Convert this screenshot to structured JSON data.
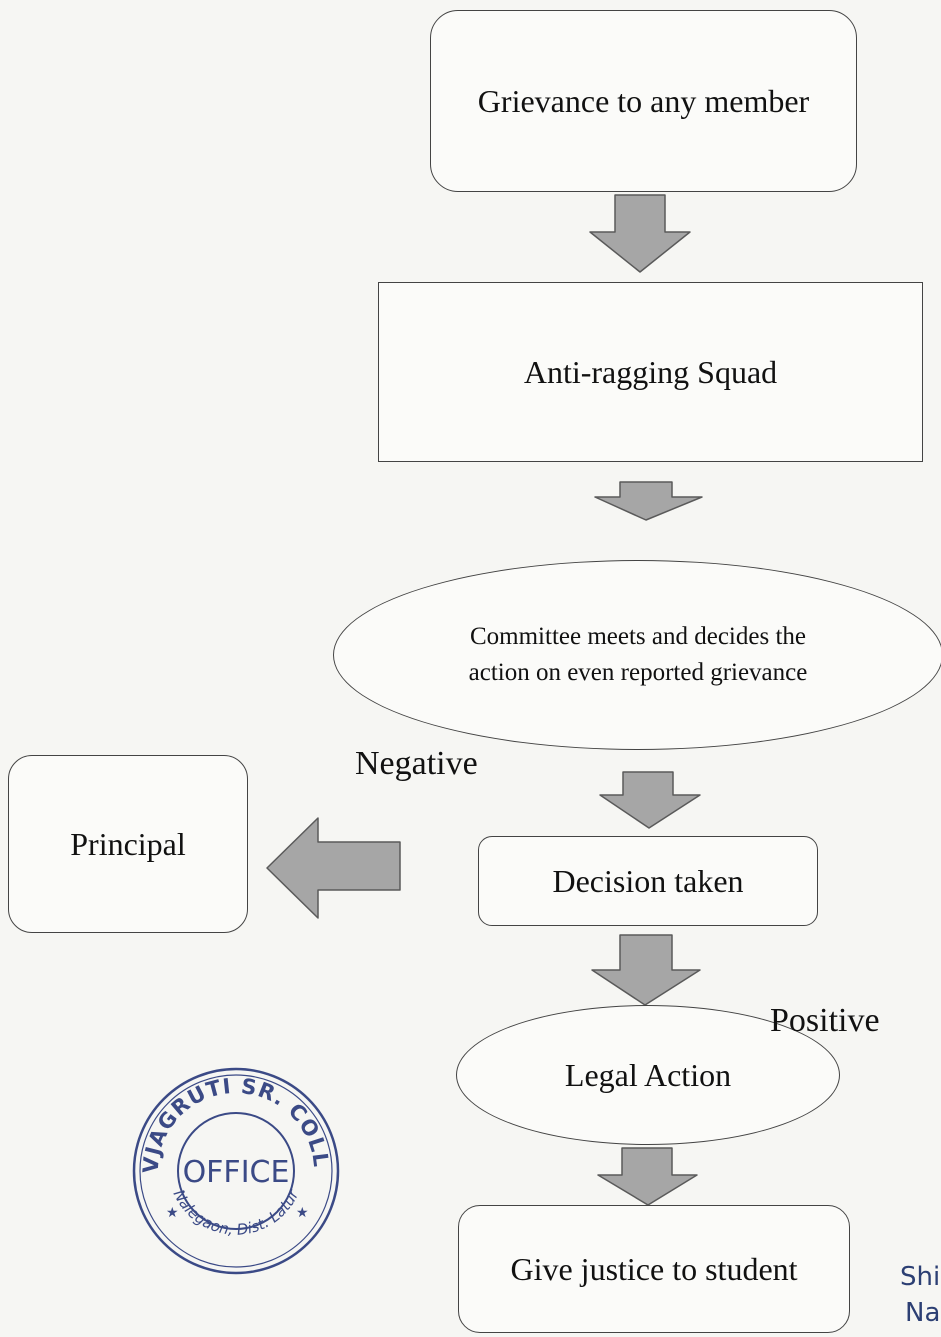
{
  "nodes": {
    "grievance": "Grievance to any member",
    "squad": "Anti-ragging Squad",
    "committee": "Committee meets and decides the action on even reported grievance",
    "decision": "Decision taken",
    "principal": "Principal",
    "legal": "Legal Action",
    "justice": "Give justice to student"
  },
  "edge_labels": {
    "negative": "Negative",
    "positive": "Positive"
  },
  "stamp": {
    "arc_top": "SHIVJAGRUTI SR. COLLEGE",
    "center": "OFFICE",
    "arc_bottom": "Nalegaon, Dist. Latur",
    "color": "#3b4a86"
  },
  "footer_text": {
    "line1": "Shi",
    "line2": "Na"
  },
  "colors": {
    "arrow_fill": "#a6a6a6",
    "arrow_stroke": "#5a5a5a",
    "border": "#444444"
  }
}
